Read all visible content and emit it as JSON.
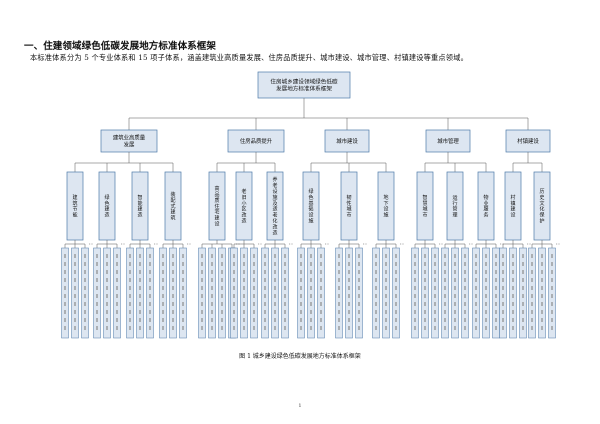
{
  "heading": "一、住建领域绿色低碳发展地方标准体系框架",
  "intro": "本标准体系分为 5 个专业体系和 15 项子体系，涵盖建筑业高质量发展、住房品质提升、城市建设、城市管理、村镇建设等重点领域。",
  "caption": "图 1  城乡建设绿色低碳发展地方标准体系框架",
  "page_number": "1",
  "diagram": {
    "root": [
      "住房城乡建设领域绿色低碳",
      "发展地方标准体系框架"
    ],
    "systems": [
      {
        "label": [
          "建筑业高质量",
          "发展"
        ],
        "subs": [
          "建筑节能",
          "绿色建造",
          "智能建造",
          "装配式建筑"
        ]
      },
      {
        "label": [
          "住房品质提升"
        ],
        "subs": [
          "高品质住宅建设",
          "老旧小区改造",
          "养老设施及适老化改造"
        ]
      },
      {
        "label": [
          "城市建设"
        ],
        "subs": [
          "绿色基础设施",
          "韧性城市",
          "地下设施"
        ]
      },
      {
        "label": [
          "城市管理"
        ],
        "subs": [
          "智慧城市",
          "运行管理",
          "物业服务"
        ]
      },
      {
        "label": [
          "村镇建设"
        ],
        "subs": [
          "村镇建设",
          "历史文化保护"
        ]
      }
    ]
  }
}
